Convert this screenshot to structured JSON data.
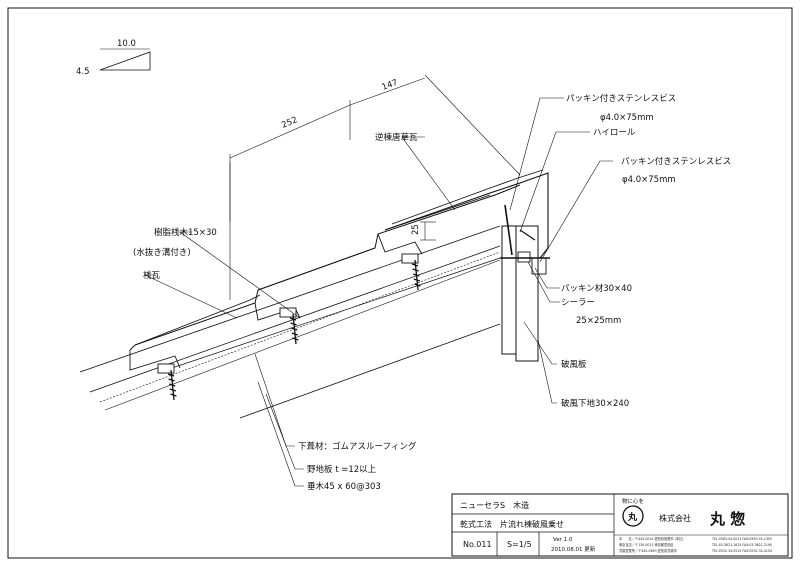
{
  "pitch": {
    "run": "10.0",
    "rise": "4.5"
  },
  "dimensions": {
    "d252": "252",
    "d147": "147",
    "d25": "25"
  },
  "labels": {
    "screw_top": "パッキン付きステンレスビス",
    "screw_top_size": "φ4.0×75mm",
    "high_roll": "ハイロール",
    "screw_mid": "パッキン付きステンレスビス",
    "screw_mid_size": "φ4.0×75mm",
    "ridge_tile": "逆棟唐草瓦",
    "batten": "樹脂桟木15×30",
    "batten_note": "(水抜き溝付き)",
    "tile": "桟瓦",
    "packing": "パッキン材30×40",
    "sealer": "シーラー",
    "sealer_size": "25×25mm",
    "verge_board": "破風板",
    "verge_base": "破風下地30×240",
    "underlay": "下葺材：ゴムアスルーフィング",
    "sheathing": "野地板 t =12以上",
    "rafter": "垂木45 x 60@303"
  },
  "title_block": {
    "product": "ニューセラS　木造",
    "method": "乾式工法　片流れ棟破風乗せ",
    "no": "No.011",
    "scale": "S=1/5",
    "version": "Ver 1.0",
    "date": "2010.08.01 更新",
    "motto": "物に心を",
    "logo_char": "丸",
    "company": "株式会社",
    "company_name": "丸 惣",
    "addr1": "本　　社／〒445-0024 愛知県西尾市 (本社)",
    "addr2": "東京支店／〒130-0013 東京都墨田区",
    "addr3": "豊橋営業所／〒440-0893 愛知県豊橋市",
    "tel1": "TEL:0563-54-0011 FAX:0563-55-1303",
    "tel2": "TEL:03-3621-1615 FAX:03-3621-2190",
    "tel3": "TEL:0532-34-0515 FAX:0532-34-4154"
  }
}
